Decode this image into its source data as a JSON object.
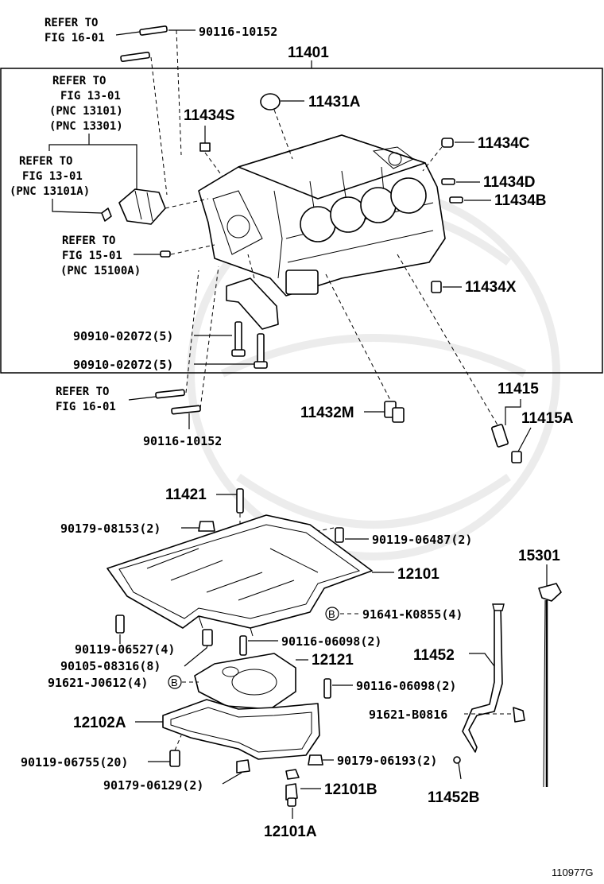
{
  "diagram": {
    "figure_code": "110977G",
    "box_title": "11401",
    "labels": {
      "refer_16_a": [
        "REFER TO",
        "FIG 16-01"
      ],
      "bolt_90116_10152_top": "90116-10152",
      "refer_13_a": [
        "REFER TO",
        "FIG 13-01",
        "(PNC 13101)",
        "(PNC 13301)"
      ],
      "refer_13_b": [
        "REFER TO",
        "FIG 13-01",
        "(PNC 13101A)"
      ],
      "refer_15": [
        "REFER TO",
        "FIG 15-01",
        "(PNC 15100A)"
      ],
      "p11431A": "11431A",
      "p11434S": "11434S",
      "p11434C": "11434C",
      "p11434D": "11434D",
      "p11434B": "11434B",
      "p11434X": "11434X",
      "bolt_90910_a": "90910-02072(5)",
      "bolt_90910_b": "90910-02072(5)",
      "refer_16_b": [
        "REFER TO",
        "FIG 16-01"
      ],
      "bolt_90116_10152_bottom": "90116-10152",
      "p11432M": "11432M",
      "p11415": "11415",
      "p11415A": "11415A",
      "p11421": "11421",
      "p90179_08153": "90179-08153(2)",
      "p90119_06487": "90119-06487(2)",
      "p12101": "12101",
      "p91641_K0855": "91641-K0855(4)",
      "p15301": "15301",
      "p90119_06527": "90119-06527(4)",
      "p90105_08316": "90105-08316(8)",
      "p90116_06098_a": "90116-06098(2)",
      "p12121": "12121",
      "p91621_J0612": "91621-J0612(4)",
      "p11452": "11452",
      "p90116_06098_b": "90116-06098(2)",
      "p12102A": "12102A",
      "p91621_B0816": "91621-B0816",
      "p90119_06755": "90119-06755(20)",
      "p90179_06193": "90179-06193(2)",
      "p90179_06129": "90179-06129(2)",
      "p12101B": "12101B",
      "p11452B": "11452B",
      "p12101A": "12101A",
      "badge_b": "B"
    }
  }
}
